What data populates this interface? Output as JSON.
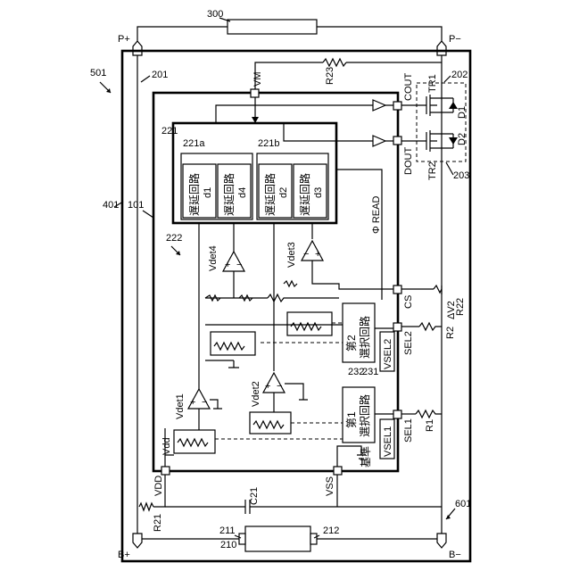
{
  "terminals": {
    "p_plus": "P+",
    "p_minus": "P−",
    "b_plus": "B+",
    "b_minus": "B−"
  },
  "refs": {
    "r300": "300",
    "r501": "501",
    "r401": "401",
    "r101": "101",
    "r201": "201",
    "r202": "202",
    "r203": "203",
    "r221": "221",
    "r221a": "221a",
    "r221b": "221b",
    "r222": "222",
    "r231": "231",
    "r232": "232",
    "r601": "601",
    "r210": "210",
    "r211": "211",
    "r212": "212"
  },
  "components": {
    "r23": "R23",
    "r22": "R22",
    "r2": "R2",
    "r1": "R1",
    "r21": "R21",
    "c21": "C21",
    "tr1": "TR1",
    "tr2": "TR2",
    "d1": "D1",
    "d2": "D2"
  },
  "pins": {
    "vm": "VM",
    "cout": "COUT",
    "dout": "DOUT",
    "cs": "CS",
    "sel2": "SEL2",
    "sel1": "SEL1",
    "vdd": "VDD",
    "vss": "VSS"
  },
  "blocks": {
    "delay_label": "遅延回路",
    "delay_d1": "d1",
    "delay_d4": "d4",
    "delay_d2": "d2",
    "delay_d3": "d3",
    "select2_line1": "第2",
    "select2_line2": "選択回路",
    "select1_line1": "第1",
    "select1_line2": "選択回路"
  },
  "signals": {
    "vdet1": "Vdet1",
    "vdet2": "Vdet2",
    "vdet3": "Vdet3",
    "vdet4": "Vdet4",
    "vdd_inner": "Vdd",
    "phi_read": "Φ READ",
    "vsel1": "VSEL1",
    "vsel2": "VSEL2",
    "delta_v2": "ΔV2",
    "kijun": "基準"
  }
}
